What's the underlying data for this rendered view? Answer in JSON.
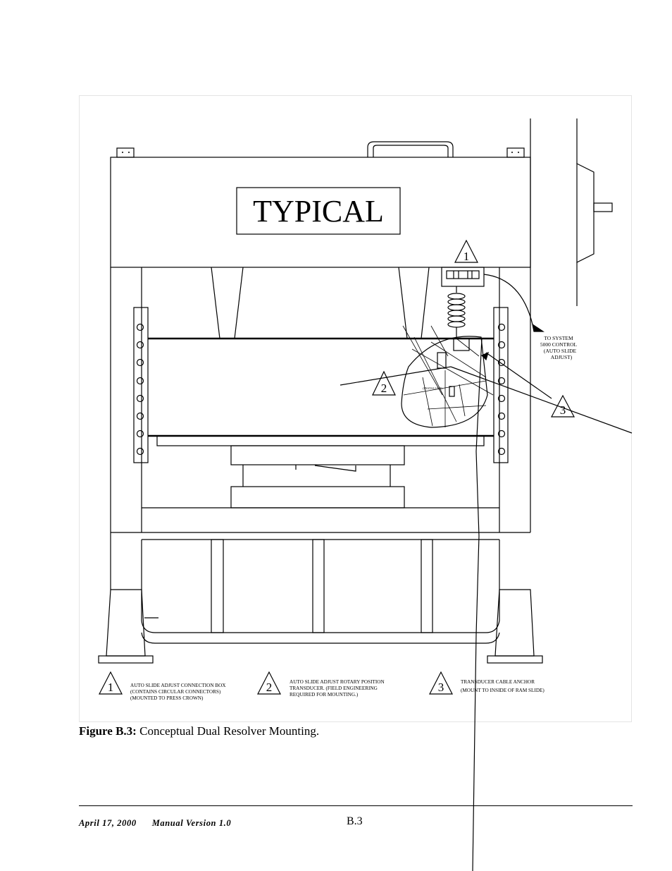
{
  "drawing": {
    "title_box": "TYPICAL",
    "markers": [
      "1",
      "2",
      "3"
    ],
    "callout_to_control": [
      "TO SYSTEM",
      "5000 CONTROL",
      "(AUTO SLIDE",
      "ADJUST)"
    ],
    "detail_label": "(INSTALLED)",
    "legend": [
      {
        "marker": "1",
        "lines": [
          "AUTO SLIDE ADJUST CONNECTION BOX",
          "(CONTAINS CIRCULAR CONNECTORS)",
          "(MOUNTED TO PRESS CROWN)"
        ]
      },
      {
        "marker": "2",
        "lines": [
          "AUTO SLIDE ADJUST ROTARY POSITION",
          "TRANSDUCER.  (FIELD ENGINEERING",
          "REQUIRED FOR MOUNTING.)"
        ]
      },
      {
        "marker": "3",
        "lines": [
          "TRANSDUCER CABLE ANCHOR",
          "(MOUNT TO INSIDE OF RAM SLIDE)"
        ]
      }
    ]
  },
  "caption": {
    "label": "Figure B.3:",
    "text": " Conceptual Dual Resolver Mounting."
  },
  "footer": {
    "date": "April 17, 2000",
    "version": "Manual Version 1.0",
    "page": "B.3"
  }
}
